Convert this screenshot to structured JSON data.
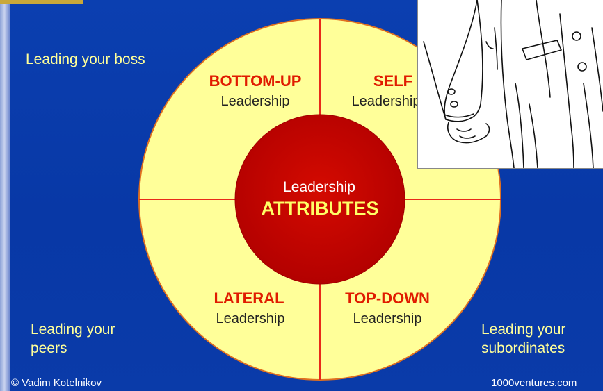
{
  "labels": {
    "leading_boss": "Leading your boss",
    "leading_peers": "Leading your\npeers",
    "leading_subordinates": "Leading your\nsubordinates"
  },
  "quadrants": {
    "bottom_up": {
      "title": "BOTTOM-UP",
      "subtitle": "Leadership"
    },
    "self": {
      "title": "SELF",
      "subtitle": "Leadership"
    },
    "lateral": {
      "title": "LATERAL",
      "subtitle": "Leadership"
    },
    "top_down": {
      "title": "TOP-DOWN",
      "subtitle": "Leadership"
    }
  },
  "center": {
    "line1": "Leadership",
    "line2": "ATTRIBUTES"
  },
  "footer": {
    "copyright": "© Vadim  Kotelnikov",
    "site": "1000ventures.com"
  },
  "colors": {
    "background": "#0b3fb0",
    "circle_fill": "#ffff99",
    "divider": "#e82a1a",
    "center_fill": "#c60000",
    "quadrant_title": "#e01b00",
    "center_title": "#ffff66",
    "side_text": "#ffff99"
  },
  "illustration": {
    "icon": "businessman-sketch-icon"
  }
}
